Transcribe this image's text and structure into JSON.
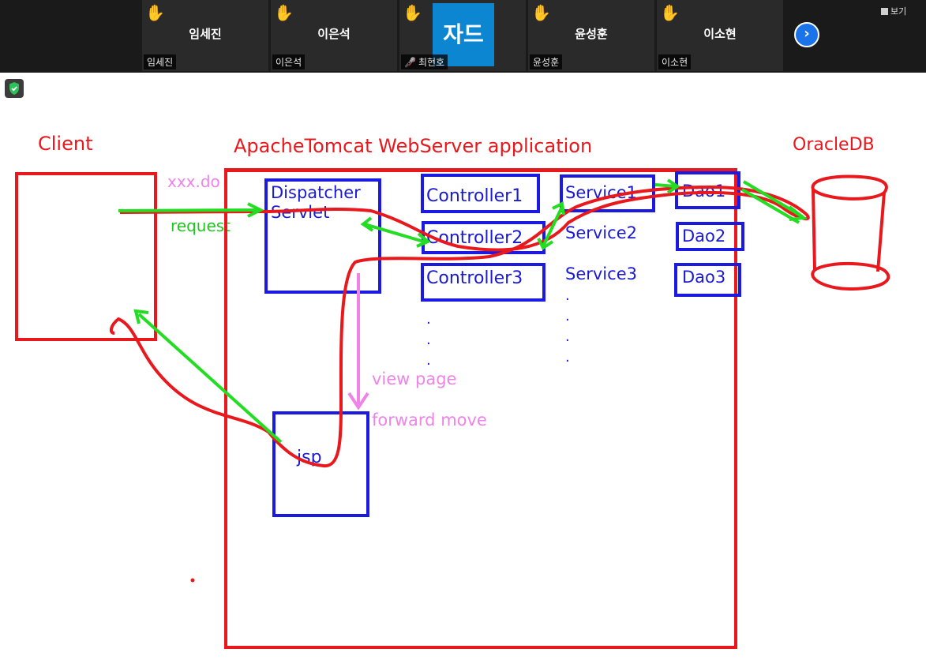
{
  "participants": [
    {
      "center_name": "임세진",
      "tag": "임세진",
      "hand": "✋",
      "avatar": "",
      "muted": false
    },
    {
      "center_name": "이은석",
      "tag": "이은석",
      "hand": "✋",
      "avatar": "",
      "muted": false
    },
    {
      "center_name": "",
      "tag": "최현호",
      "hand": "✋",
      "avatar": "자드",
      "muted": true
    },
    {
      "center_name": "윤성훈",
      "tag": "윤성훈",
      "hand": "✋",
      "avatar": "",
      "muted": false
    },
    {
      "center_name": "이소현",
      "tag": "이소현",
      "hand": "✋",
      "avatar": "",
      "muted": false
    }
  ],
  "toolbar": {
    "view_label": "보기",
    "next_icon": "chevron-right-icon"
  },
  "diagram": {
    "client_label": "Client",
    "server_label": "ApacheTomcat WebServer application",
    "db_label": "OracleDB",
    "request_url": "xxx.do",
    "request_label": "request",
    "dispatcher_label": "Dispatcher Servlet",
    "controllers": [
      "Controller1",
      "Controller2",
      "Controller3"
    ],
    "services": [
      "Service1",
      "Service2",
      "Service3"
    ],
    "daos": [
      "Dao1",
      "Dao2",
      "Dao3"
    ],
    "view_page_label": "view page",
    "forward_label": "forward move",
    "jsp_label": "jsp",
    "ellipsis": "."
  },
  "colors": {
    "red": "#e8181c",
    "blue": "#1a1ae0",
    "green": "#22dd22",
    "pink": "#ef84e8",
    "topbar": "#1a1a1a",
    "avatar": "#0d86d1"
  }
}
